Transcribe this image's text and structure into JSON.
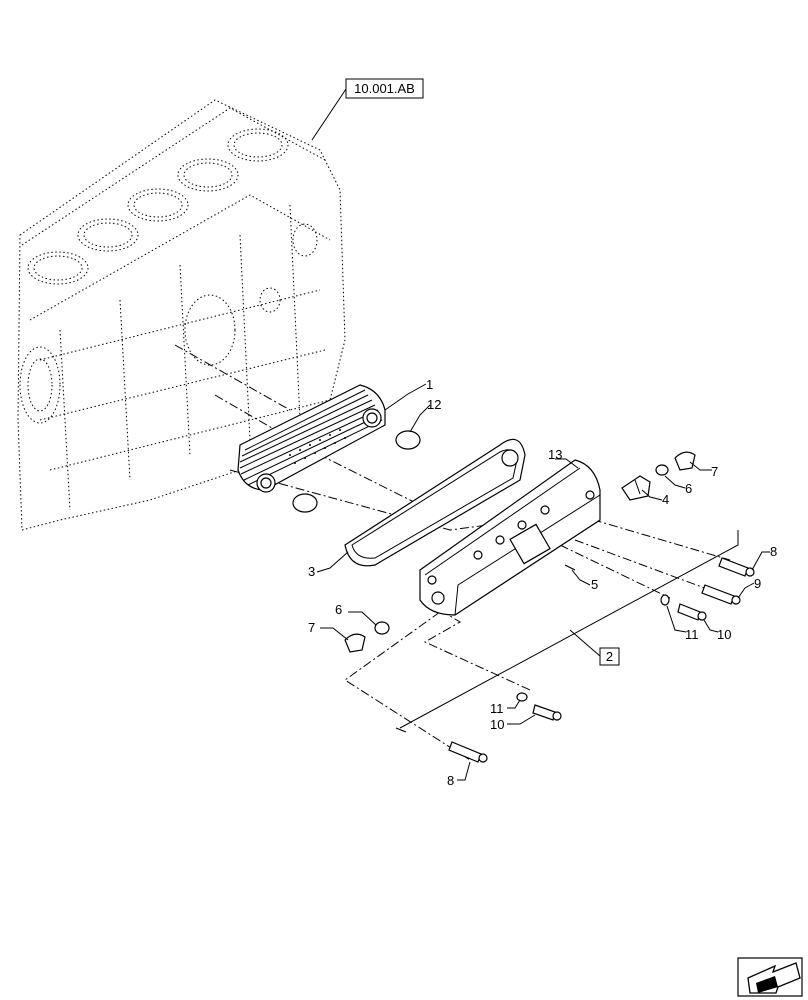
{
  "references": {
    "block_ref": "10.001.AB",
    "group_ref": "2"
  },
  "callouts": {
    "c1": "1",
    "c12": "12",
    "c3": "3",
    "c13": "13",
    "c7a": "7",
    "c6a": "6",
    "c4": "4",
    "c5": "5",
    "c8a": "8",
    "c9": "9",
    "c11a": "11",
    "c10a": "10",
    "c6b": "6",
    "c7b": "7",
    "c11b": "11",
    "c10b": "10",
    "c8b": "8"
  },
  "icons": {
    "nav": "next-page-arrow-icon"
  }
}
